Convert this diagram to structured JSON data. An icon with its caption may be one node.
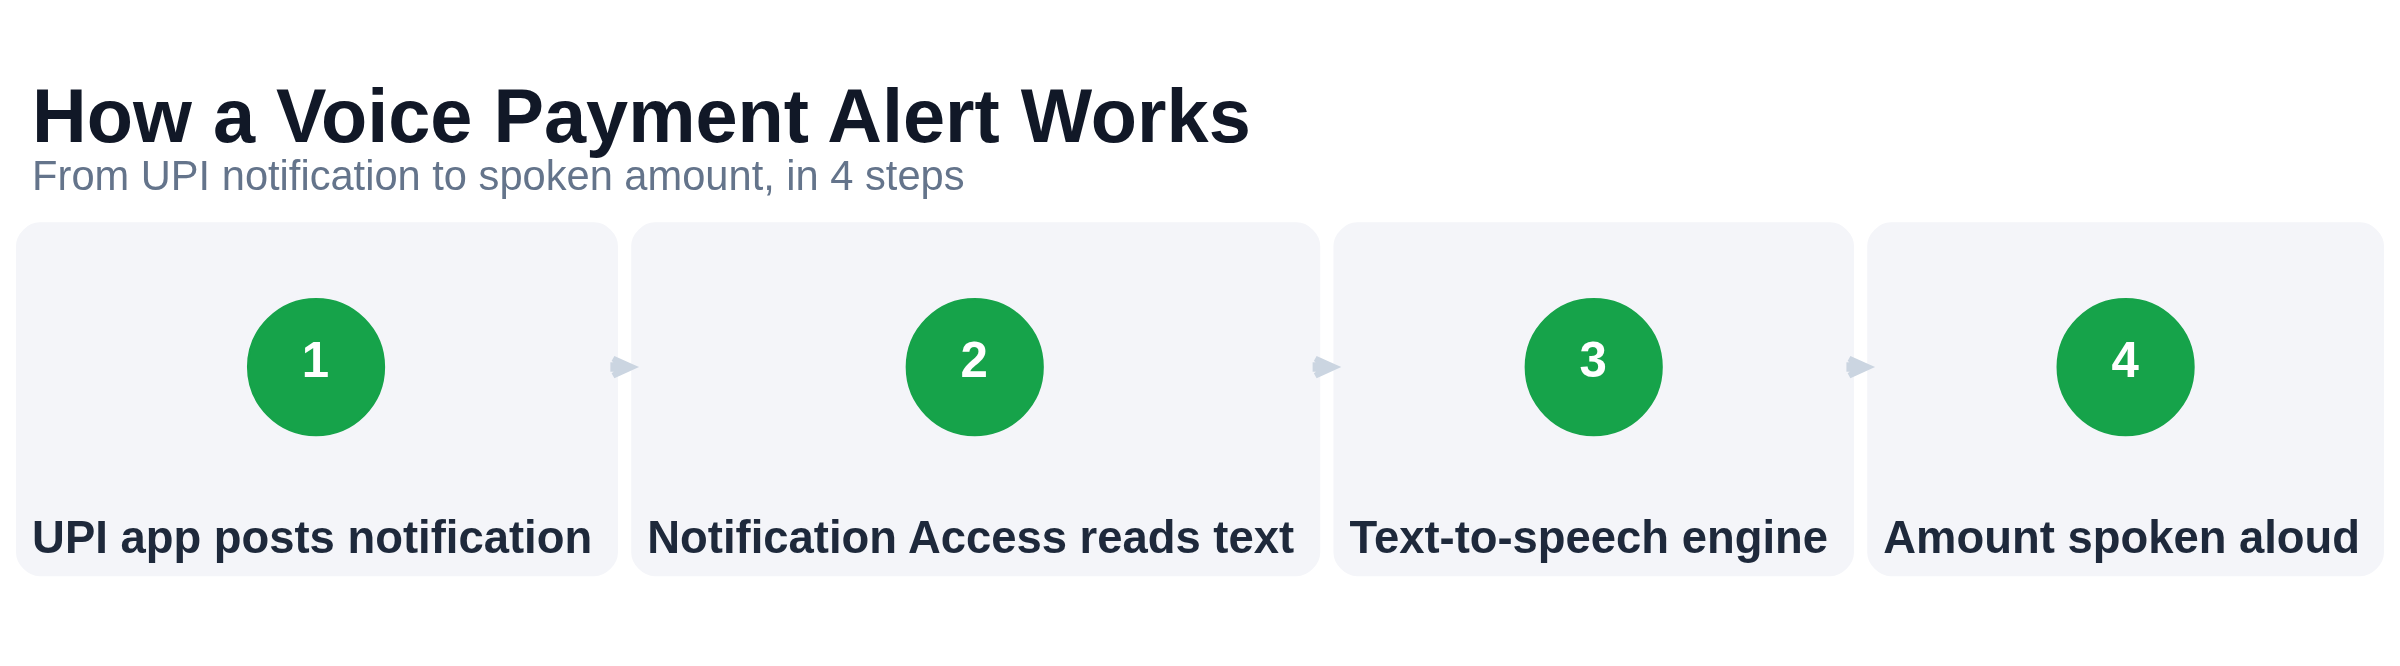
{
  "diagram": {
    "title": "How a Voice Payment Alert Works",
    "caption": "From UPI notification to spoken amount, in 4 steps",
    "nodes": [
      {
        "text": [
          "UPI app posts notification"
        ]
      },
      {
        "text": [
          "1"
        ],
        "in": 0
      },
      {
        "text": [
          "Notification Access reads text"
        ]
      },
      {
        "text": [
          "2"
        ],
        "in": 2
      },
      {
        "text": [
          "Text-to-speech engine"
        ]
      },
      {
        "text": [
          "3"
        ],
        "in": 4
      },
      {
        "text": [
          "Amount spoken aloud"
        ]
      },
      {
        "text": [
          "4"
        ],
        "in": 6
      }
    ],
    "edges": [
      {
        "from": 0,
        "to": 2,
        "arrow": "to"
      },
      {
        "from": 2,
        "to": 4,
        "arrow": "to"
      },
      {
        "from": 4,
        "to": 6,
        "arrow": "to"
      }
    ]
  }
}
